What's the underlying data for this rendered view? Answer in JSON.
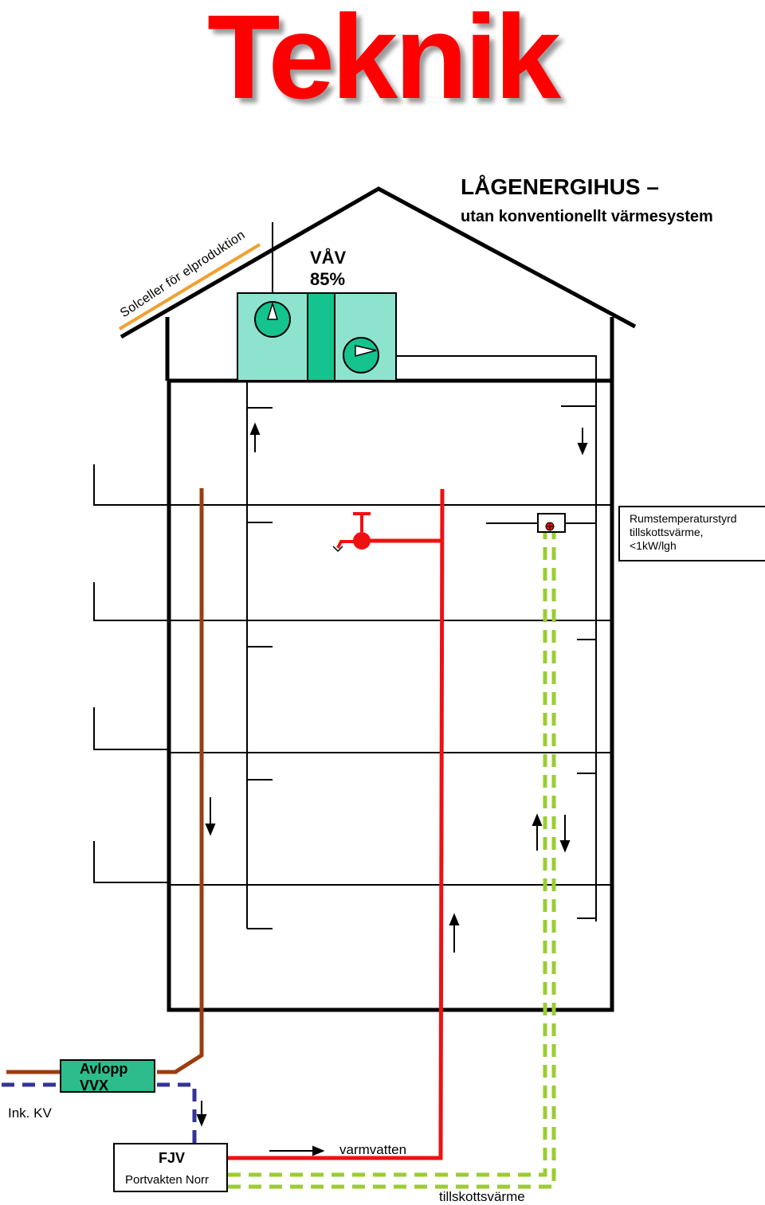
{
  "title": "Teknik",
  "heading": "LÅGENERGIHUS –",
  "subheading": "utan konventionellt värmesystem",
  "solar_label": "Solceller för elproduktion",
  "vav": {
    "line1": "VÅV",
    "line2": "85%"
  },
  "heater_note": {
    "line1": "Rumstemperaturstyrd",
    "line2": "tillskottsvärme,",
    "line3": "<1kW/lgh"
  },
  "vvx": {
    "line1": "Avlopp",
    "line2": "VVX"
  },
  "inlet_label": "Ink. KV",
  "fjv": {
    "title": "FJV",
    "subtitle": "Portvakten Norr"
  },
  "hot_water_label": "varmvatten",
  "supplement_heat_label": "tillskottsvärme",
  "colors": {
    "title": "#ff0000",
    "hot_water_pipe": "#ee1111",
    "waste_pipe": "#9c3d0c",
    "cold_water_pipe": "#333399",
    "supplement_heat_pipe": "#9acd32",
    "heat_exchanger": "#8ee3cf",
    "heat_exchanger_core": "#14c38e",
    "vvx_box": "#2dbd8c",
    "solar_panel": "#f0a030"
  }
}
